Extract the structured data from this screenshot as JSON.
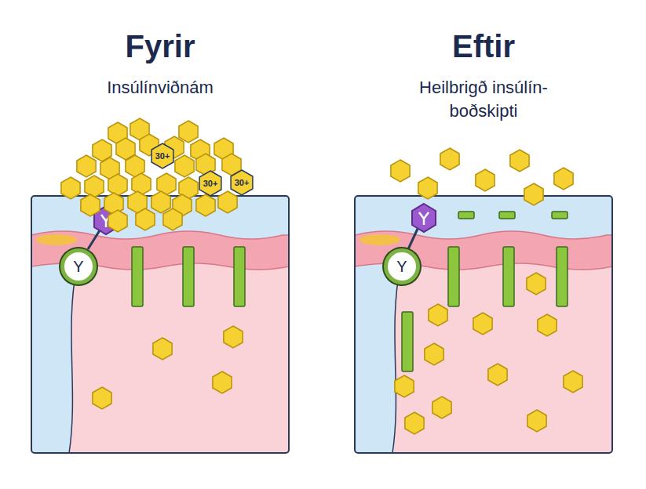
{
  "diagram": {
    "nodes": [
      {
        "text": [
          "Fyrir",
          "Insúlínviðnám"
        ]
      },
      {
        "text": [
          "Y"
        ],
        "in": 0
      },
      {
        "text": [
          "30+"
        ]
      },
      {
        "text": [
          "30+"
        ]
      },
      {
        "text": [
          "30+"
        ]
      },
      {
        "text": [
          "Eftir",
          "Heilbrigð insúlín- boðskipti"
        ]
      },
      {
        "text": [
          "Y"
        ],
        "in": 5
      }
    ]
  }
}
